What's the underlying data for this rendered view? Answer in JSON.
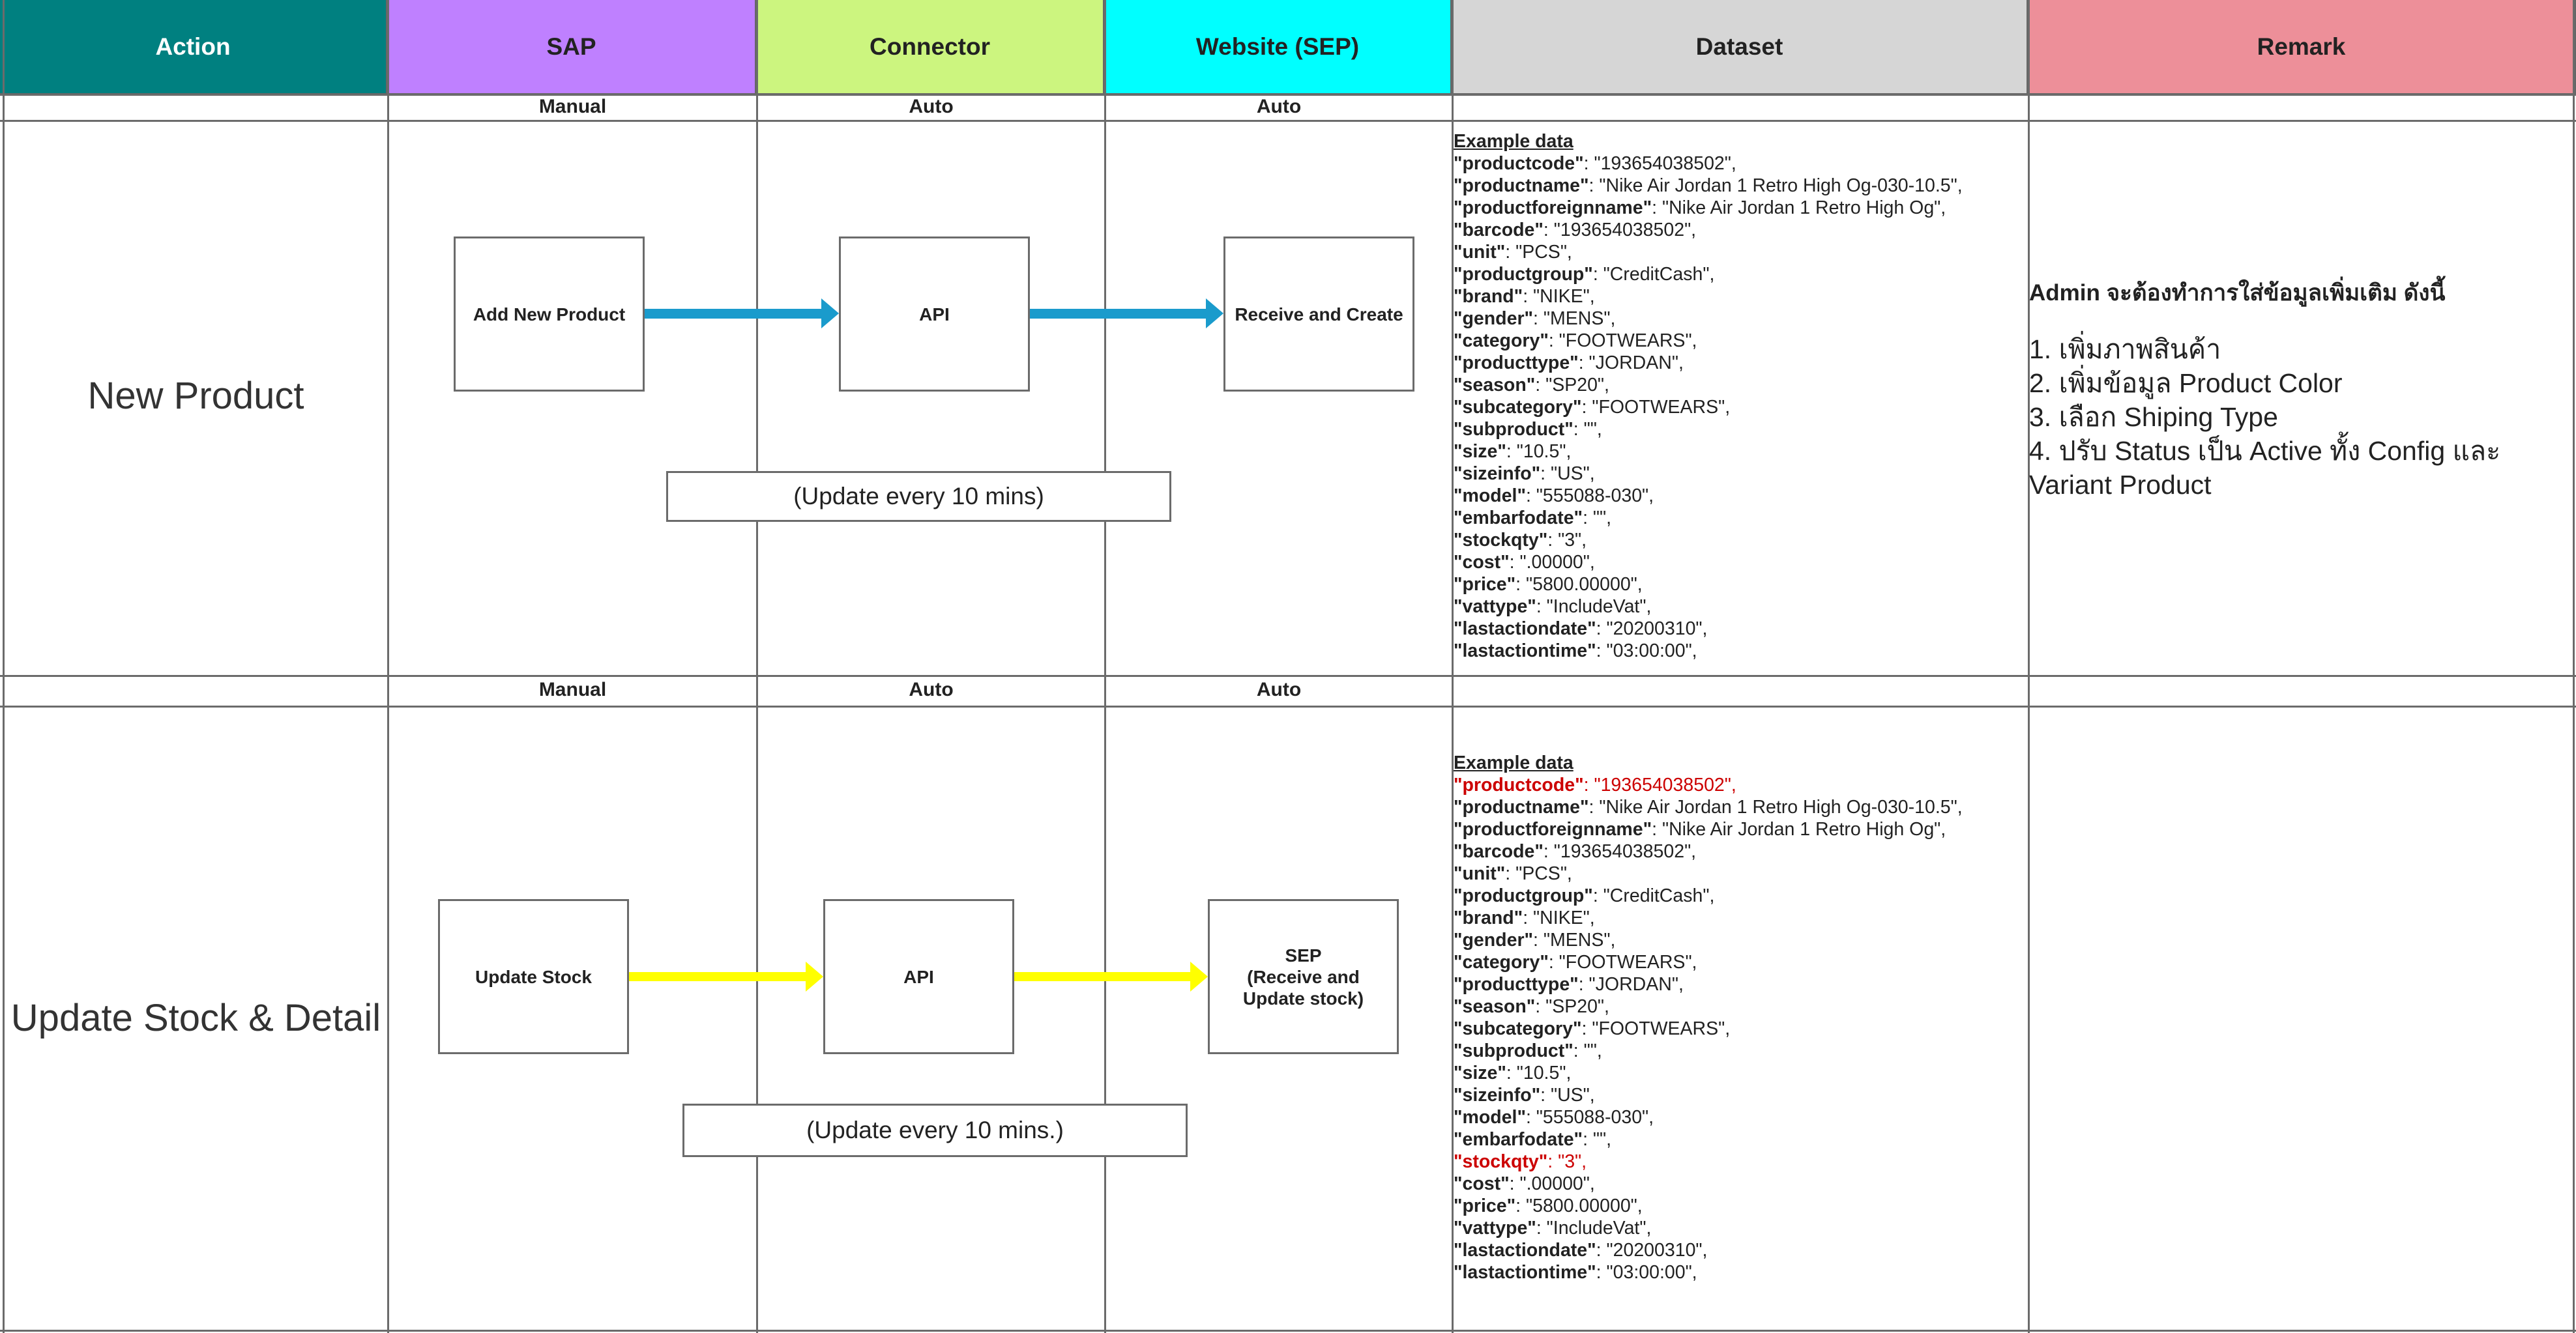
{
  "header": {
    "action": "Action",
    "sap": "SAP",
    "connector": "Connector",
    "website": "Website (SEP)",
    "dataset": "Dataset",
    "remark": "Remark"
  },
  "colors": {
    "action": "#008080",
    "sap": "#bf80ff",
    "connector": "#ccf57f",
    "website": "#00ffff",
    "dataset": "#d6d6d6",
    "remark": "#ed8f99",
    "arrow_new": "#1a9bcc",
    "arrow_update": "#ffff00",
    "highlight": "#cc0000"
  },
  "rows": [
    {
      "modes": {
        "sap": "Manual",
        "connector": "Auto",
        "website": "Auto"
      },
      "action": "New Product",
      "boxes": {
        "sap": "Add New Product",
        "connector": "API",
        "website": "Receive and Create"
      },
      "note": "(Update every 10 mins)",
      "dataset_title": "Example data",
      "dataset": [
        {
          "k": "\"productcode\"",
          "v": ": \"193654038502\",",
          "hl": false
        },
        {
          "k": "\"productname\"",
          "v": ": \"Nike Air Jordan 1 Retro High Og-030-10.5\",",
          "hl": false
        },
        {
          "k": "\"productforeignname\"",
          "v": ": \"Nike Air Jordan 1 Retro High Og\",",
          "hl": false
        },
        {
          "k": "\"barcode\"",
          "v": ": \"193654038502\",",
          "hl": false
        },
        {
          "k": "\"unit\"",
          "v": ": \"PCS\",",
          "hl": false
        },
        {
          "k": "\"productgroup\"",
          "v": ": \"CreditCash\",",
          "hl": false
        },
        {
          "k": "\"brand\"",
          "v": ": \"NIKE\",",
          "hl": false
        },
        {
          "k": "\"gender\"",
          "v": ": \"MENS\",",
          "hl": false
        },
        {
          "k": "\"category\"",
          "v": ": \"FOOTWEARS\",",
          "hl": false
        },
        {
          "k": "\"producttype\"",
          "v": ": \"JORDAN\",",
          "hl": false
        },
        {
          "k": "\"season\"",
          "v": ": \"SP20\",",
          "hl": false
        },
        {
          "k": "\"subcategory\"",
          "v": ": \"FOOTWEARS\",",
          "hl": false
        },
        {
          "k": "\"subproduct\"",
          "v": ": \"\",",
          "hl": false
        },
        {
          "k": "\"size\"",
          "v": ": \"10.5\",",
          "hl": false
        },
        {
          "k": "\"sizeinfo\"",
          "v": ": \"US\",",
          "hl": false
        },
        {
          "k": "\"model\"",
          "v": ": \"555088-030\",",
          "hl": false
        },
        {
          "k": "\"embarfodate\"",
          "v": ": \"\",",
          "hl": false
        },
        {
          "k": "\"stockqty\"",
          "v": ": \"3\",",
          "hl": false
        },
        {
          "k": "\"cost\"",
          "v": ": \".00000\",",
          "hl": false
        },
        {
          "k": "\"price\"",
          "v": ": \"5800.00000\",",
          "hl": false
        },
        {
          "k": "\"vattype\"",
          "v": ": \"IncludeVat\",",
          "hl": false
        },
        {
          "k": "\"lastactiondate\"",
          "v": ": \"20200310\",",
          "hl": false
        },
        {
          "k": "\"lastactiontime\"",
          "v": ": \"03:00:00\",",
          "hl": false
        }
      ],
      "remark_title": "Admin จะต้องทำการใส่ข้อมูลเพิ่มเติม ดังนี้",
      "remark_items": [
        "1. เพิ่มภาพสินค้า",
        "2. เพิ่มข้อมูล Product Color",
        "3. เลือก Shiping Type",
        "4. ปรับ Status เป็น Active ทั้ง Config และ Variant Product"
      ]
    },
    {
      "modes": {
        "sap": "Manual",
        "connector": "Auto",
        "website": "Auto"
      },
      "action": "Update Stock & Detail",
      "boxes": {
        "sap": "Update Stock",
        "connector": "API",
        "website": "SEP\n(Receive and Update stock)"
      },
      "note": "(Update every 10 mins.)",
      "dataset_title": "Example data",
      "dataset": [
        {
          "k": "\"productcode\"",
          "v": ": \"193654038502\",",
          "hl": true
        },
        {
          "k": "\"productname\"",
          "v": ": \"Nike Air Jordan 1 Retro High Og-030-10.5\",",
          "hl": false
        },
        {
          "k": "\"productforeignname\"",
          "v": ": \"Nike Air Jordan 1 Retro High Og\",",
          "hl": false
        },
        {
          "k": "\"barcode\"",
          "v": ": \"193654038502\",",
          "hl": false
        },
        {
          "k": "\"unit\"",
          "v": ": \"PCS\",",
          "hl": false
        },
        {
          "k": "\"productgroup\"",
          "v": ": \"CreditCash\",",
          "hl": false
        },
        {
          "k": "\"brand\"",
          "v": ": \"NIKE\",",
          "hl": false
        },
        {
          "k": "\"gender\"",
          "v": ": \"MENS\",",
          "hl": false
        },
        {
          "k": "\"category\"",
          "v": ": \"FOOTWEARS\",",
          "hl": false
        },
        {
          "k": "\"producttype\"",
          "v": ": \"JORDAN\",",
          "hl": false
        },
        {
          "k": "\"season\"",
          "v": ": \"SP20\",",
          "hl": false
        },
        {
          "k": "\"subcategory\"",
          "v": ": \"FOOTWEARS\",",
          "hl": false
        },
        {
          "k": "\"subproduct\"",
          "v": ": \"\",",
          "hl": false
        },
        {
          "k": "\"size\"",
          "v": ": \"10.5\",",
          "hl": false
        },
        {
          "k": "\"sizeinfo\"",
          "v": ": \"US\",",
          "hl": false
        },
        {
          "k": "\"model\"",
          "v": ": \"555088-030\",",
          "hl": false
        },
        {
          "k": "\"embarfodate\"",
          "v": ": \"\",",
          "hl": false
        },
        {
          "k": "\"stockqty\"",
          "v": ": \"3\",",
          "hl": true
        },
        {
          "k": "\"cost\"",
          "v": ": \".00000\",",
          "hl": false
        },
        {
          "k": "\"price\"",
          "v": ": \"5800.00000\",",
          "hl": false
        },
        {
          "k": "\"vattype\"",
          "v": ": \"IncludeVat\",",
          "hl": false
        },
        {
          "k": "\"lastactiondate\"",
          "v": ": \"20200310\",",
          "hl": false
        },
        {
          "k": "\"lastactiontime\"",
          "v": ": \"03:00:00\",",
          "hl": false
        }
      ],
      "remark_title": "",
      "remark_items": []
    }
  ]
}
